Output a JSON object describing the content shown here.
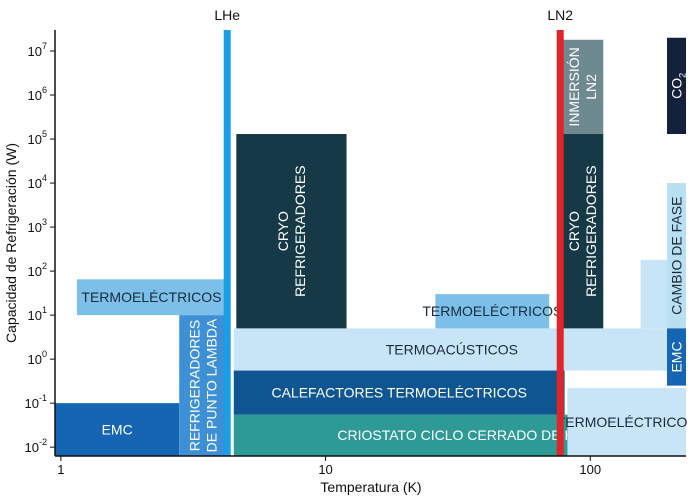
{
  "chart_data": {
    "type": "area",
    "xlabel": "Temperatura (K)",
    "ylabel": "Capacidad de Refrigeración (W)",
    "x_scale": "log",
    "y_scale": "log",
    "xlim": [
      0.95,
      230
    ],
    "ylim": [
      0.0063,
      30000000
    ],
    "x_ticks": [
      {
        "value": 1,
        "label": "1"
      },
      {
        "value": 10,
        "label": "10"
      },
      {
        "value": 100,
        "label": "100"
      }
    ],
    "y_ticks": [
      {
        "value": 0.01,
        "base": "10",
        "exp": "-2"
      },
      {
        "value": 0.1,
        "base": "10",
        "exp": "-1"
      },
      {
        "value": 1,
        "base": "10",
        "exp": "0"
      },
      {
        "value": 10,
        "base": "10",
        "exp": "1"
      },
      {
        "value": 100,
        "base": "10",
        "exp": "2"
      },
      {
        "value": 1000,
        "base": "10",
        "exp": "3"
      },
      {
        "value": 10000,
        "base": "10",
        "exp": "4"
      },
      {
        "value": 100000,
        "base": "10",
        "exp": "5"
      },
      {
        "value": 1000000,
        "base": "10",
        "exp": "6"
      },
      {
        "value": 10000000,
        "base": "10",
        "exp": "7"
      }
    ],
    "regions": [
      {
        "id": "emc-low",
        "lines": [
          "EMC"
        ],
        "x0": 0.95,
        "x1": 2.8,
        "y0": 0.0063,
        "y1": 0.1,
        "color": "#1565b3",
        "text_color": "#ffffff",
        "vertical": false
      },
      {
        "id": "punto-lambda",
        "lines": [
          "REFRIGERADORES",
          "DE PUNTO LAMBDA"
        ],
        "x0": 2.8,
        "x1": 4.25,
        "y0": 0.0063,
        "y1": 10,
        "color": "#3d8fd6",
        "text_color": "#ffffff",
        "vertical": true
      },
      {
        "id": "termoelectricos-left",
        "lines": [
          "TERMOELÉCTRICOS"
        ],
        "x0": 1.15,
        "x1": 4.2,
        "y0": 10,
        "y1": 65,
        "color": "#7cc0ea",
        "text_color": "#1a2a3a",
        "vertical": false
      },
      {
        "id": "termoacusticos",
        "lines": [
          "TERMOACÚSTICOS"
        ],
        "x0": 4.5,
        "x1": 200,
        "y0": 0.55,
        "y1": 5,
        "color": "#c8e5f7",
        "text_color": "#1a2a3a",
        "vertical": false
      },
      {
        "id": "calefactores",
        "lines": [
          "CALEFACTORES TERMOELÉCTRICOS"
        ],
        "x0": 4.5,
        "x1": 80,
        "y0": 0.055,
        "y1": 0.55,
        "color": "#0f5592",
        "text_color": "#ffffff",
        "vertical": false
      },
      {
        "id": "criostato",
        "lines": [
          "CRIOSTATO CICLO CERRADO DE He"
        ],
        "x0": 4.5,
        "x1": 230,
        "y0": 0.0063,
        "y1": 0.055,
        "color": "#2e9a96",
        "text_color": "#ffffff",
        "vertical": false
      },
      {
        "id": "cryo-left",
        "lines": [
          "CRYO",
          "REFRIGERADORES"
        ],
        "x0": 4.6,
        "x1": 12,
        "y0": 5,
        "y1": 130000,
        "color": "#163947",
        "text_color": "#ffffff",
        "vertical": true
      },
      {
        "id": "termoelectricos-mid",
        "lines": [
          "TERMOELÉCTRICOS"
        ],
        "x0": 26,
        "x1": 70,
        "y0": 5,
        "y1": 30,
        "color": "#7cc0ea",
        "text_color": "#1a2a3a",
        "vertical": false
      },
      {
        "id": "cryo-ln2",
        "lines": [
          "CRYO",
          "REFRIGERADORES"
        ],
        "x0": 78,
        "x1": 112,
        "y0": 5,
        "y1": 130000,
        "color": "#163947",
        "text_color": "#ffffff",
        "vertical": true
      },
      {
        "id": "inmersion-ln2",
        "lines": [
          "INMERSIÓN",
          "LN2"
        ],
        "x0": 78,
        "x1": 112,
        "y0": 130000,
        "y1": 18000000,
        "color": "#6e8a90",
        "text_color": "#ffffff",
        "vertical": true
      },
      {
        "id": "fase-step",
        "lines": [],
        "x0": 155,
        "x1": 195,
        "y0": 5,
        "y1": 180,
        "color": "#c8e5f7",
        "text_color": "#1a2a3a",
        "vertical": false
      },
      {
        "id": "termoelectricos-right",
        "lines": [
          "TERMOELÉCTRICOS"
        ],
        "x0": 82,
        "x1": 230,
        "y0": 0.0063,
        "y1": 0.22,
        "color": "#c8e5f7",
        "text_color": "#1a2a3a",
        "vertical": false
      },
      {
        "id": "cambio-fase",
        "lines": [
          "CAMBIO DE FASE"
        ],
        "x0": 195,
        "x1": 230,
        "y0": 5,
        "y1": 10000,
        "color": "#b8dff2",
        "text_color": "#1a2a3a",
        "vertical": true
      },
      {
        "id": "emc-right",
        "lines": [
          "EMC"
        ],
        "x0": 195,
        "x1": 230,
        "y0": 0.25,
        "y1": 5,
        "color": "#1565b3",
        "text_color": "#ffffff",
        "vertical": true
      },
      {
        "id": "co2",
        "lines": [
          "CO"
        ],
        "sub": "2",
        "x0": 195,
        "x1": 230,
        "y0": 130000,
        "y1": 20000000,
        "color": "#14213d",
        "text_color": "#ffffff",
        "vertical": true
      }
    ],
    "reference_lines": [
      {
        "label": "LHe",
        "x": 4.25,
        "color": "#1a9ee6"
      },
      {
        "label": "LN2",
        "x": 77,
        "color": "#e0242b"
      }
    ]
  }
}
